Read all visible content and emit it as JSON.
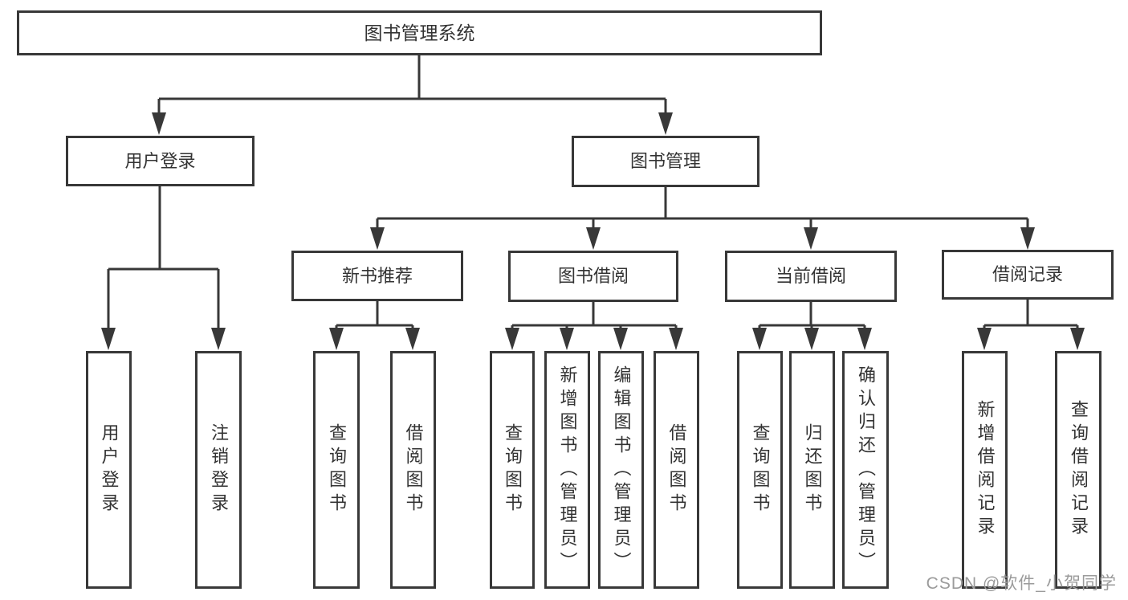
{
  "diagram": {
    "nodes": {
      "root": "图书管理系统",
      "user_login": "用户登录",
      "book_mgmt": "图书管理",
      "new_book_rec": "新书推荐",
      "book_borrow": "图书借阅",
      "current_borrow": "当前借阅",
      "borrow_record": "借阅记录",
      "ul_login": "用户登录",
      "ul_logout": "注销登录",
      "nb_query": "查询图书",
      "nb_borrow": "借阅图书",
      "bb_query": "查询图书",
      "bb_add": "新增图书（管理员）",
      "bb_edit": "编辑图书（管理员）",
      "bb_borrow": "借阅图书",
      "cb_query": "查询图书",
      "cb_return": "归还图书",
      "cb_confirm": "确认归还（管理员）",
      "br_add": "新增借阅记录",
      "br_query": "查询借阅记录"
    },
    "colors": {
      "line": "#383838",
      "text": "#333333",
      "box_background": "#ffffff",
      "watermark": "#9b9b9b"
    }
  },
  "watermark": "CSDN @软件_小贺同学"
}
